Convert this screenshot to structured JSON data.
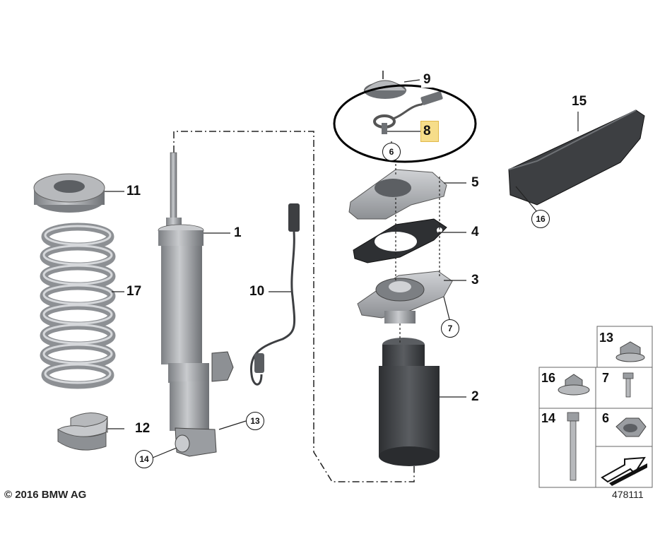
{
  "callouts": {
    "c1": "1",
    "c2": "2",
    "c3": "3",
    "c4": "4",
    "c5": "5",
    "c6": "6",
    "c7": "7",
    "c8": "8",
    "c9": "9",
    "c10": "10",
    "c11": "11",
    "c12": "12",
    "c13": "13",
    "c14": "14",
    "c15": "15",
    "c16": "16",
    "c17": "17"
  },
  "hardware_grid": {
    "g13": "13",
    "g16": "16",
    "g7": "7",
    "g14": "14",
    "g6": "6"
  },
  "footer": {
    "copyright": "© 2016 BMW AG",
    "diagram_number": "478111"
  },
  "colors": {
    "highlight": "#f6dd8a",
    "part_fill": "#a9abae",
    "dark_part": "#3d3f42"
  }
}
